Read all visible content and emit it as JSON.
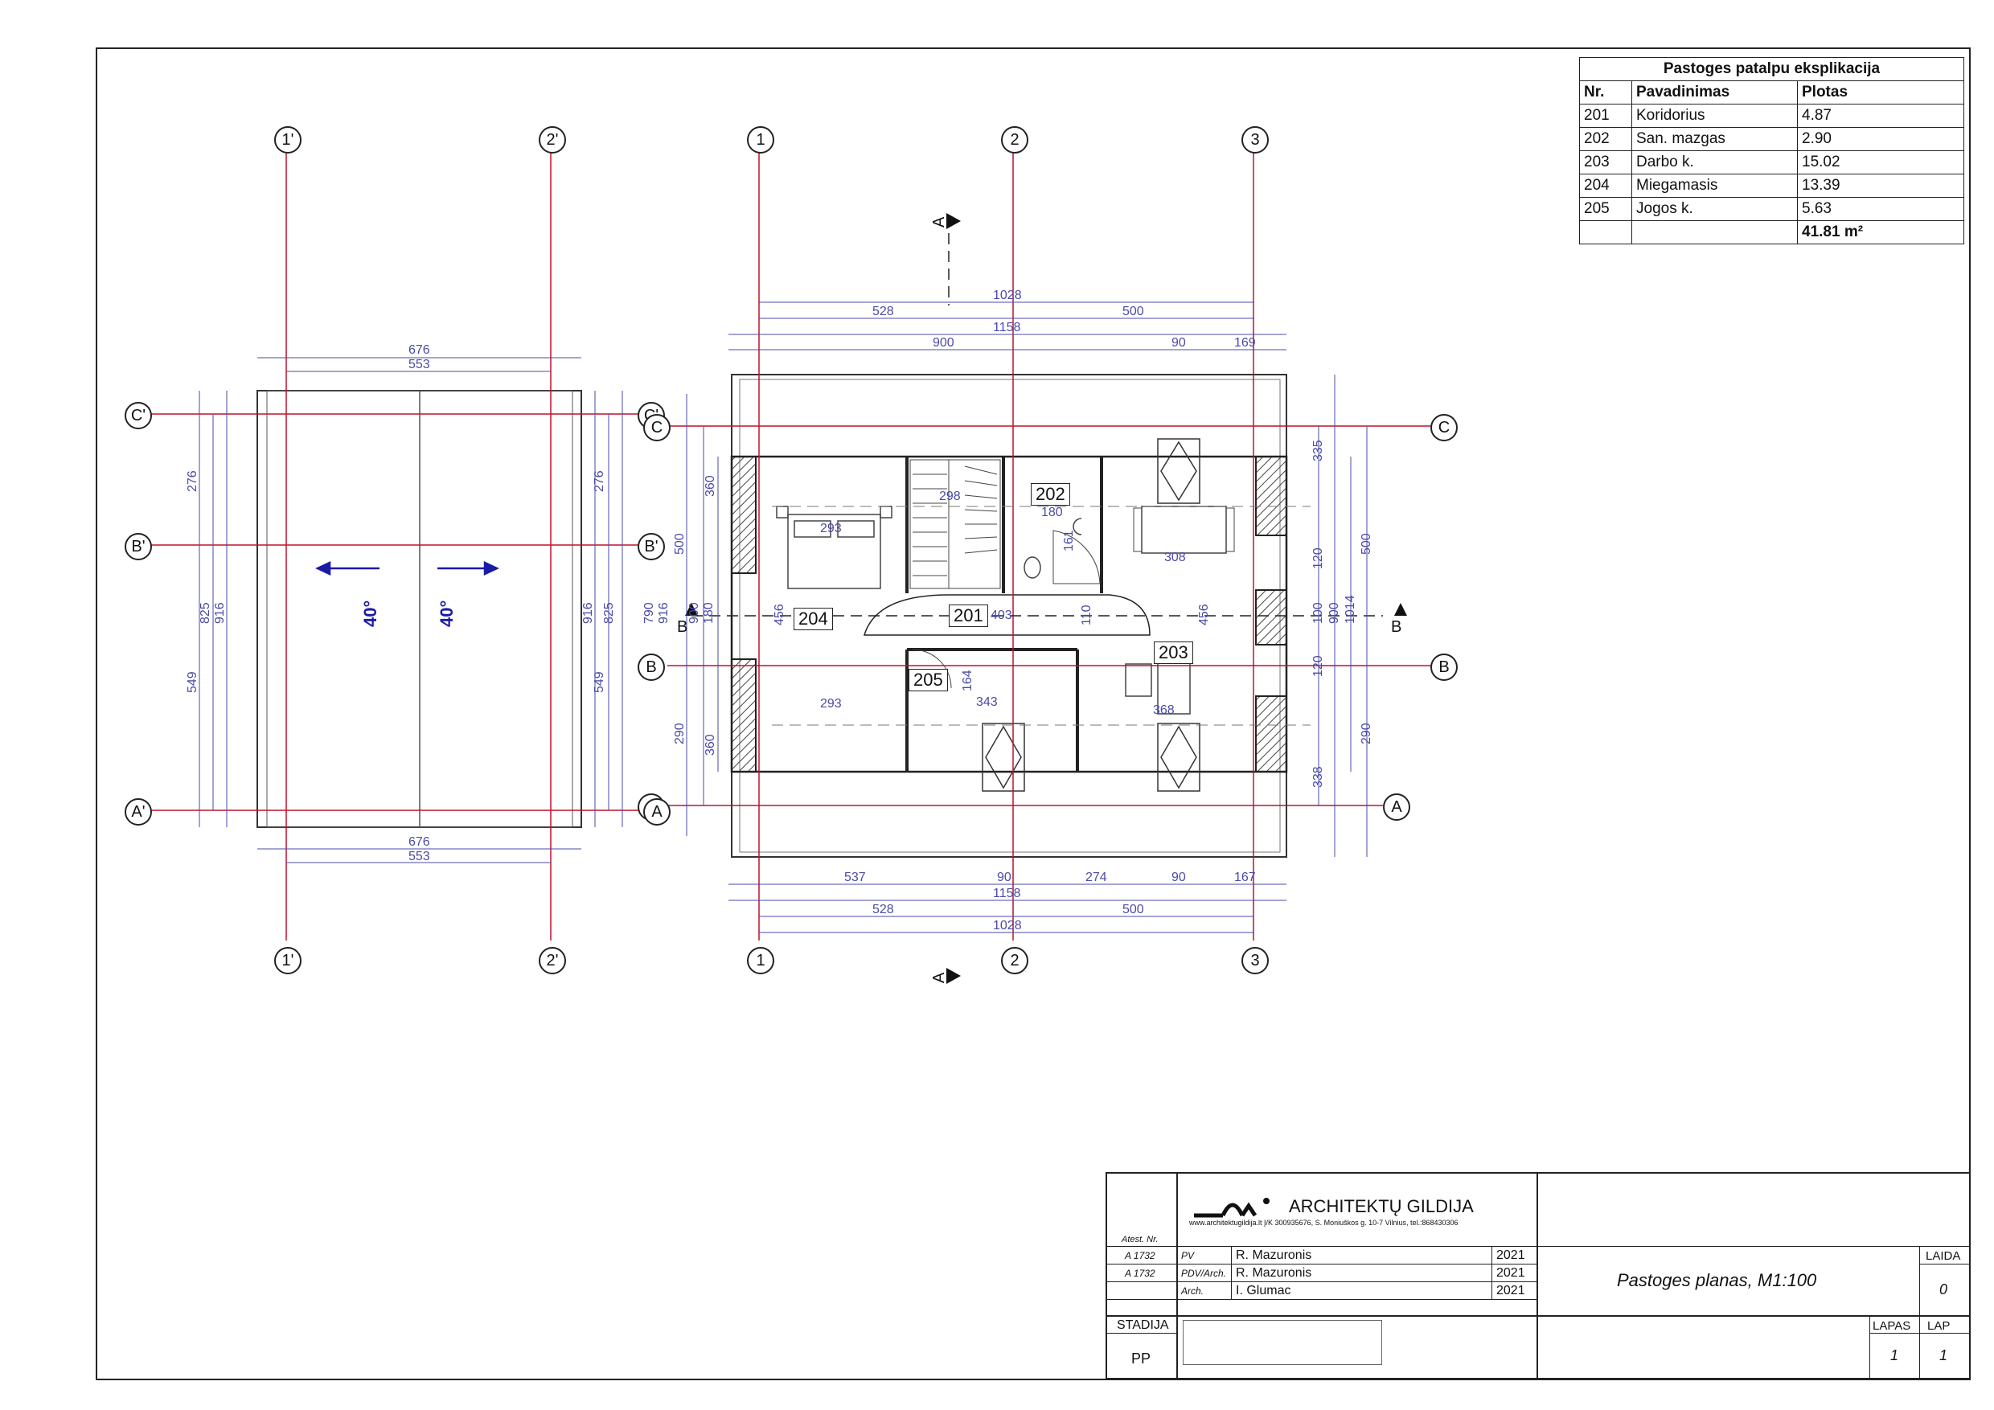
{
  "axes": {
    "top_left": [
      "1'",
      "2'"
    ],
    "top_main": [
      "1",
      "2",
      "3"
    ],
    "left_rows": [
      "C'",
      "B'",
      "A'"
    ],
    "mid_rows_left": [
      "C'",
      "B'",
      "A'"
    ],
    "mid_rows_right": [
      "C",
      "B",
      "A"
    ],
    "right_rows": [
      "C",
      "B",
      "A"
    ],
    "bottom_left": [
      "1'",
      "2'"
    ],
    "bottom_main": [
      "1",
      "2",
      "3"
    ]
  },
  "roof_plan": {
    "dims_top": [
      "676",
      "553"
    ],
    "dims_bottom": [
      "676",
      "553"
    ],
    "dims_left_outer": [
      "276",
      "825",
      "916",
      "549"
    ],
    "dims_right": [
      "916",
      "825",
      "276",
      "549"
    ],
    "slope_left": "40°",
    "slope_right": "40°"
  },
  "floor_plan": {
    "dims_top_row1": [
      "1028"
    ],
    "dims_top_row2": [
      "528",
      "500"
    ],
    "dims_top_row3": [
      "1158"
    ],
    "dims_top_row4": [
      "900",
      "90",
      "169"
    ],
    "dims_bottom_row1": [
      "537",
      "90",
      "274",
      "90",
      "167"
    ],
    "dims_bottom_row2": [
      "1158"
    ],
    "dims_bottom_row3": [
      "528",
      "500"
    ],
    "dims_bottom_row4": [
      "1028"
    ],
    "dims_left": [
      "360",
      "500",
      "790",
      "916",
      "900",
      "180",
      "290",
      "360"
    ],
    "dims_right": [
      "335",
      "500",
      "120",
      "100",
      "900",
      "1014",
      "120",
      "290",
      "338"
    ],
    "dims_inner": [
      "293",
      "298",
      "180",
      "161",
      "308",
      "456",
      "403",
      "110",
      "456",
      "293",
      "164",
      "343",
      "368"
    ],
    "section_label": "A",
    "section_label_b": "B",
    "rooms": [
      "201",
      "202",
      "203",
      "204",
      "205"
    ]
  },
  "schedule": {
    "caption": "Pastoges patalpu eksplikacija",
    "headers": [
      "Nr.",
      "Pavadinimas",
      "Plotas"
    ],
    "rows": [
      [
        "201",
        "Koridorius",
        "4.87"
      ],
      [
        "202",
        "San. mazgas",
        "2.90"
      ],
      [
        "203",
        "Darbo k.",
        "15.02"
      ],
      [
        "204",
        "Miegamasis",
        "13.39"
      ],
      [
        "205",
        "Jogos k.",
        "5.63"
      ]
    ],
    "total": "41.81 m²"
  },
  "title_block": {
    "company": "ARCHITEKTŲ GILDIJA",
    "company_sub": "www.architektugildija.lt  Į/K 300935676, S. Moniuškos g. 10-7 Vilnius, tel.:868430306",
    "atest_label": "Atest. Nr.",
    "rows": [
      {
        "atest": "A 1732",
        "role": "PV",
        "name": "R. Mazuronis",
        "year": "2021"
      },
      {
        "atest": "A 1732",
        "role": "PDV/Arch.",
        "name": "R. Mazuronis",
        "year": "2021"
      },
      {
        "atest": "",
        "role": "Arch.",
        "name": "I. Glumac",
        "year": "2021"
      }
    ],
    "drawing_title": "Pastoges planas, M1:100",
    "laida_label": "LAIDA",
    "laida_value": "0",
    "stadija_label": "STADIJA",
    "stadija_value": "PP",
    "lapas_label": "LAPAS",
    "lapas_value": "1",
    "lap_label": "LAP",
    "lap_value": "1"
  },
  "colors": {
    "grid_line": "#c0102a",
    "dimension": "#4a4aa8",
    "wall_hatch": "#555555"
  }
}
